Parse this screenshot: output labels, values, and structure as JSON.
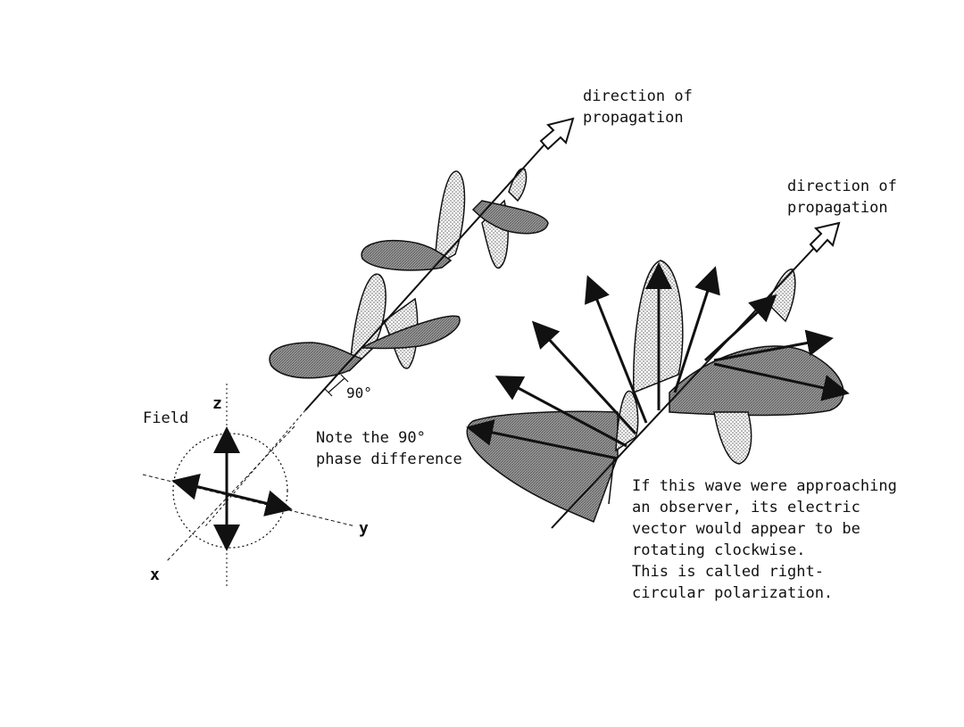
{
  "labels": {
    "direction_left_line1": "direction of",
    "direction_left_line2": "propagation",
    "direction_right_line1": "direction of",
    "direction_right_line2": "propagation",
    "phase_marker": "90°",
    "note_line1": "Note the 90°",
    "note_line2": "phase difference",
    "field": "Field",
    "axis_z": "z",
    "axis_y": "y",
    "axis_x": "x",
    "description_lines": [
      "If this wave were approaching",
      "an observer, its electric",
      "vector would appear to be",
      "rotating clockwise.",
      "This is called right-",
      "circular polarization."
    ]
  },
  "colors": {
    "ink": "#111111",
    "dark_fill": "#8a8a8a",
    "light_fill": "#e3e3e3",
    "background": "#ffffff"
  }
}
